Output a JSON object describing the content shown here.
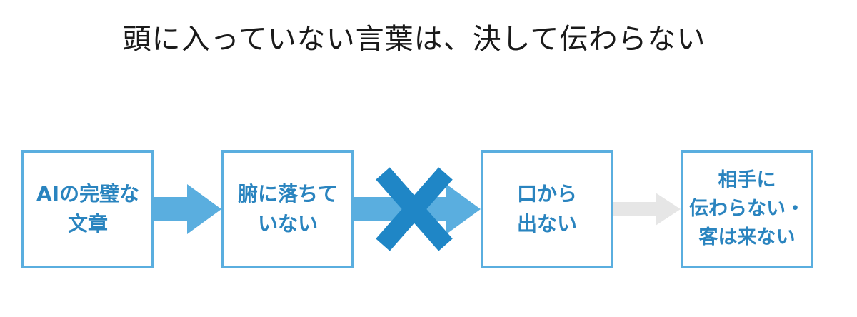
{
  "title": "頭に入っていない言葉は、決して伝わらない",
  "colors": {
    "box_border": "#5aaedf",
    "box_text": "#2a84bf",
    "arrow_blue": "#5aaedf",
    "arrow_faded": "#e6e6e6",
    "cross": "#1f86c6"
  },
  "steps": [
    {
      "label": "AIの完璧な\n文章"
    },
    {
      "label": "腑に落ちて\nいない"
    },
    {
      "label": "口から\n出ない"
    },
    {
      "label": "相手に\n伝わらない・\n客は来ない"
    }
  ],
  "connectors": [
    {
      "style": "solid",
      "icon": "arrow-right-icon"
    },
    {
      "style": "blocked",
      "icon": "cross-icon"
    },
    {
      "style": "faded",
      "icon": "arrow-right-icon"
    }
  ]
}
